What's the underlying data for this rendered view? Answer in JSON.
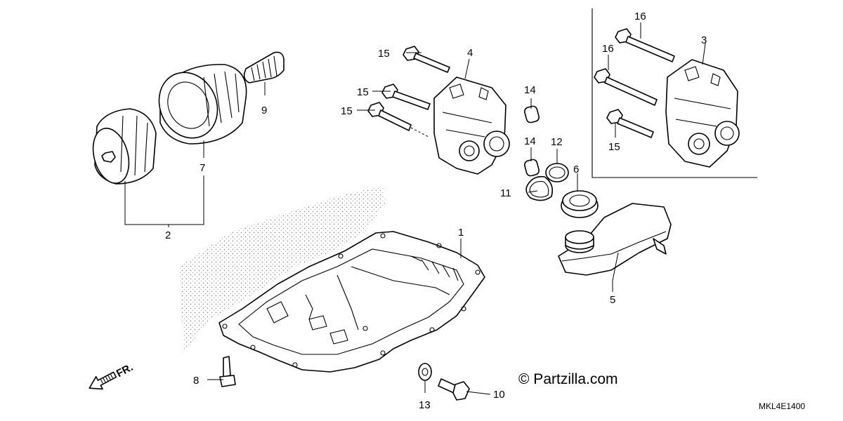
{
  "callouts": {
    "c1": "1",
    "c2": "2",
    "c3": "3",
    "c4": "4",
    "c5": "5",
    "c6": "6",
    "c7": "7",
    "c8": "8",
    "c9": "9",
    "c10": "10",
    "c11": "11",
    "c12": "12",
    "c13": "13",
    "c14a": "14",
    "c14b": "14",
    "c15a": "15",
    "c15b": "15",
    "c15c": "15",
    "c15d": "15",
    "c16a": "16",
    "c16b": "16"
  },
  "direction_label": "FR.",
  "watermark": "© Partzilla.com",
  "diagram_code": "MKL4E1400"
}
